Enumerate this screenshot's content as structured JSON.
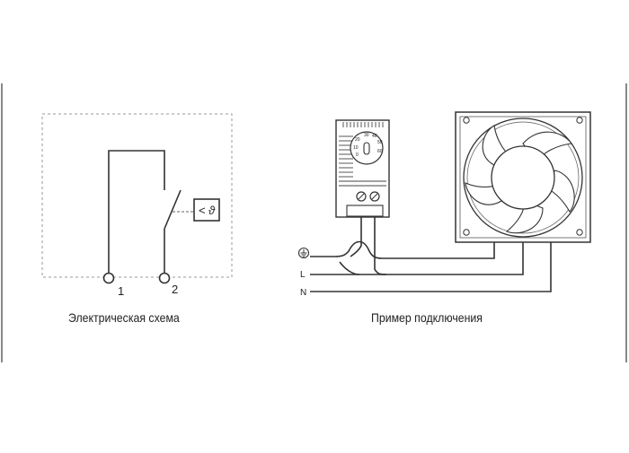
{
  "schematic": {
    "caption": "Электрическая схема",
    "terminal_1": "1",
    "terminal_2": "2",
    "sensor_symbol": "< ϑ"
  },
  "connection": {
    "caption": "Пример подключения",
    "line_L": "L",
    "line_N": "N",
    "ground_symbol": "⏚",
    "dial_scale": [
      "30",
      "40",
      "50",
      "20",
      "60",
      "10",
      "0"
    ]
  },
  "colors": {
    "line": "#333333",
    "border": "#888888",
    "background": "#ffffff"
  }
}
